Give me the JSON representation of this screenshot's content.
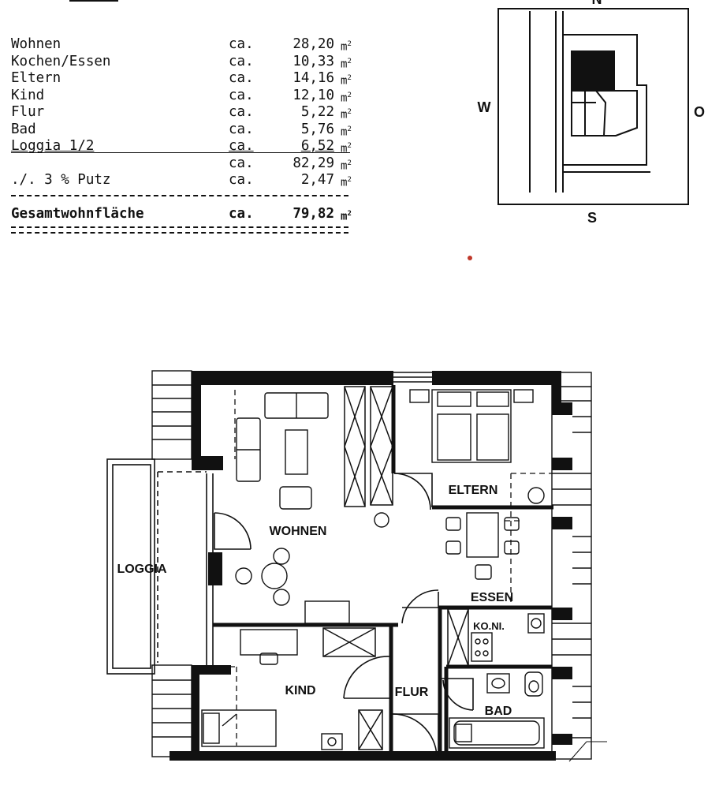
{
  "area_table": {
    "rows": [
      {
        "name": "Wohnen",
        "ca": "ca.",
        "value": "28,20",
        "unit": "m",
        "sup": "2"
      },
      {
        "name": "Kochen/Essen",
        "ca": "ca.",
        "value": "10,33",
        "unit": "m",
        "sup": "2"
      },
      {
        "name": "Eltern",
        "ca": "ca.",
        "value": "14,16",
        "unit": "m",
        "sup": "2"
      },
      {
        "name": "Kind",
        "ca": "ca.",
        "value": "12,10",
        "unit": "m",
        "sup": "2"
      },
      {
        "name": "Flur",
        "ca": "ca.",
        "value": "5,22",
        "unit": "m",
        "sup": "2"
      },
      {
        "name": "Bad",
        "ca": "ca.",
        "value": "5,76",
        "unit": "m",
        "sup": "2"
      },
      {
        "name": "Loggia 1/2",
        "ca": "ca.",
        "value": "6,52",
        "unit": "m",
        "sup": "2"
      }
    ],
    "subtotal": {
      "name": "",
      "ca": "ca.",
      "value": "82,29",
      "unit": "m",
      "sup": "2"
    },
    "deduction": {
      "name": "./. 3 % Putz",
      "ca": "ca.",
      "value": "2,47",
      "unit": "m",
      "sup": "2"
    },
    "total": {
      "name": "Gesamtwohnfläche",
      "ca": "ca.",
      "value": "79,82",
      "unit": "m",
      "sup": "2"
    }
  },
  "site_plan": {
    "north": "N",
    "west": "W",
    "east": "O",
    "south": "S"
  },
  "floor_plan": {
    "rooms": {
      "wohnen": "WOHNEN",
      "eltern": "ELTERN",
      "essen": "ESSEN",
      "kochnische": "KO.NI.",
      "loggia": "LOGGIA",
      "kind": "KIND",
      "flur": "FLUR",
      "bad": "BAD"
    }
  }
}
